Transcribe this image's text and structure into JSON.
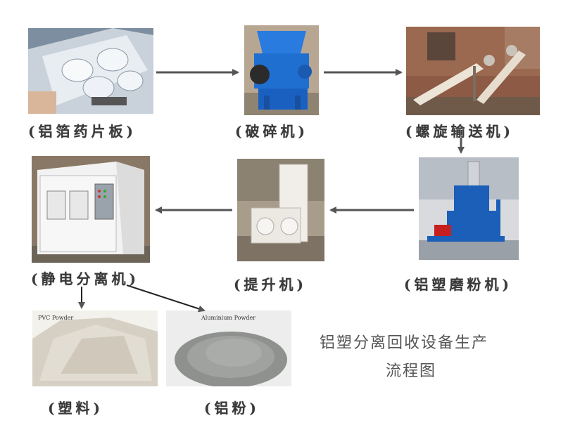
{
  "nodes": {
    "foil": {
      "caption": "(铝箔药片板)"
    },
    "crusher": {
      "caption": "(破碎机)"
    },
    "screw": {
      "caption": "(螺旋输送机)"
    },
    "mill": {
      "caption": "(铝塑磨粉机)"
    },
    "lifter": {
      "caption": "(提升机)"
    },
    "separator": {
      "caption": "(静电分离机)"
    },
    "plastic": {
      "caption": "(塑料)",
      "photo_label": "PVC Powder"
    },
    "aluminum": {
      "caption": "(铝粉)",
      "photo_label": "Aluminium Powder"
    }
  },
  "title": {
    "line1": "铝塑分离回收设备生产",
    "line2": "流程图"
  },
  "colors": {
    "arrow": "#555555",
    "crusher_blue": "#1f6fd1",
    "mill_blue": "#1b5fb8"
  }
}
